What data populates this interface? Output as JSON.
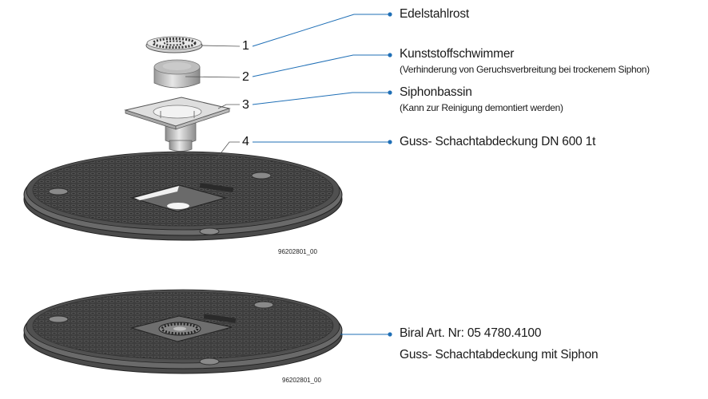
{
  "colors": {
    "leader_blue": "#1f6fb6",
    "leader_gray": "#555555",
    "cover_dark": "#3a3a3a",
    "cover_mid": "#5a5a5a",
    "metal_light": "#d4d4d4"
  },
  "callout_numbers": [
    "1",
    "2",
    "3",
    "4"
  ],
  "labels": [
    {
      "title": "Edelstahlrost",
      "subtitle": ""
    },
    {
      "title": "Kunststoffschwimmer",
      "subtitle": "(Verhinderung von Geruchsverbreitung bei trockenem Siphon)"
    },
    {
      "title": "Siphonbassin",
      "subtitle": "(Kann zur Reinigung demontiert werden)"
    },
    {
      "title": "Guss- Schachtabdeckung DN 600 1t",
      "subtitle": ""
    }
  ],
  "assembled": {
    "article_line": "Biral Art. Nr: 05 4780.4100",
    "description": "Guss- Schachtabdeckung mit Siphon"
  },
  "drawing_codes": [
    "96202801_00",
    "96202801_00"
  ],
  "components": [
    {
      "id": 1,
      "name": "stainless-grate"
    },
    {
      "id": 2,
      "name": "plastic-float"
    },
    {
      "id": 3,
      "name": "siphon-basin"
    },
    {
      "id": 4,
      "name": "cast-manhole-cover"
    }
  ]
}
